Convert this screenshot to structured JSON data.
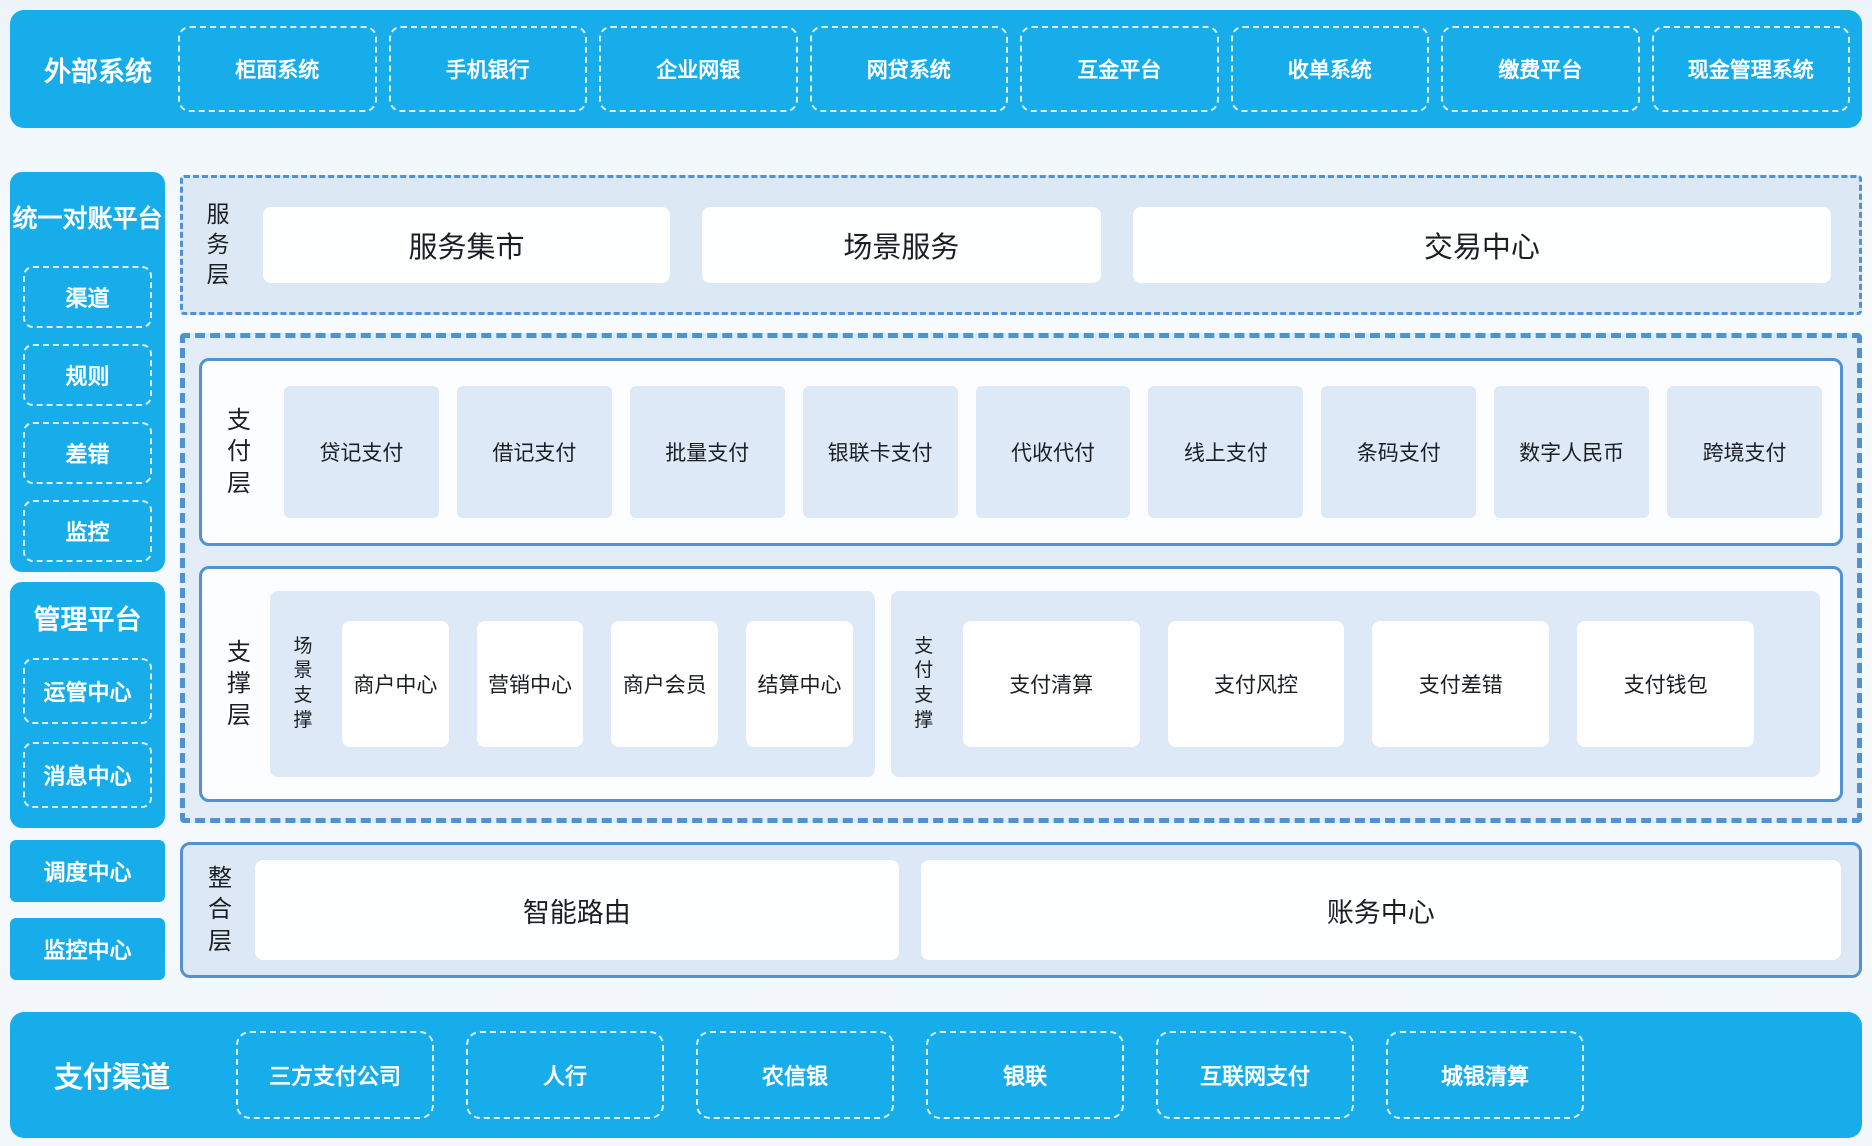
{
  "colors": {
    "accent_blue": "#17ADEA",
    "border_blue": "#4E92D3",
    "panel_light": "#DDE9F6",
    "text_dark": "#1B1F24",
    "white": "#FFFFFF"
  },
  "external_systems": {
    "label": "外部系统",
    "items": [
      "柜面系统",
      "手机银行",
      "企业网银",
      "网贷系统",
      "互金平台",
      "收单系统",
      "缴费平台",
      "现金管理系统"
    ]
  },
  "sidebar": {
    "reconciliation": {
      "title": "统一对账平台",
      "items": [
        "渠道",
        "规则",
        "差错",
        "监控"
      ]
    },
    "management": {
      "title": "管理平台",
      "items": [
        "运管中心",
        "消息中心"
      ]
    },
    "standalone": [
      "调度中心",
      "监控中心"
    ]
  },
  "service_layer": {
    "label": "服务层",
    "items": [
      "服务集市",
      "场景服务",
      "交易中心"
    ]
  },
  "payment_layer": {
    "label": "支付层",
    "items": [
      "贷记支付",
      "借记支付",
      "批量支付",
      "银联卡支付",
      "代收代付",
      "线上支付",
      "条码支付",
      "数字人民币",
      "跨境支付"
    ]
  },
  "support_layer": {
    "label": "支撑层",
    "groups": [
      {
        "label": "场景支撑",
        "items": [
          "商户中心",
          "营销中心",
          "商户会员",
          "结算中心"
        ]
      },
      {
        "label": "支付支撑",
        "items": [
          "支付清算",
          "支付风控",
          "支付差错",
          "支付钱包"
        ]
      }
    ]
  },
  "integration_layer": {
    "label": "整合层",
    "items": [
      "智能路由",
      "账务中心"
    ]
  },
  "payment_channels": {
    "label": "支付渠道",
    "items": [
      "三方支付公司",
      "人行",
      "农信银",
      "银联",
      "互联网支付",
      "城银清算"
    ]
  }
}
